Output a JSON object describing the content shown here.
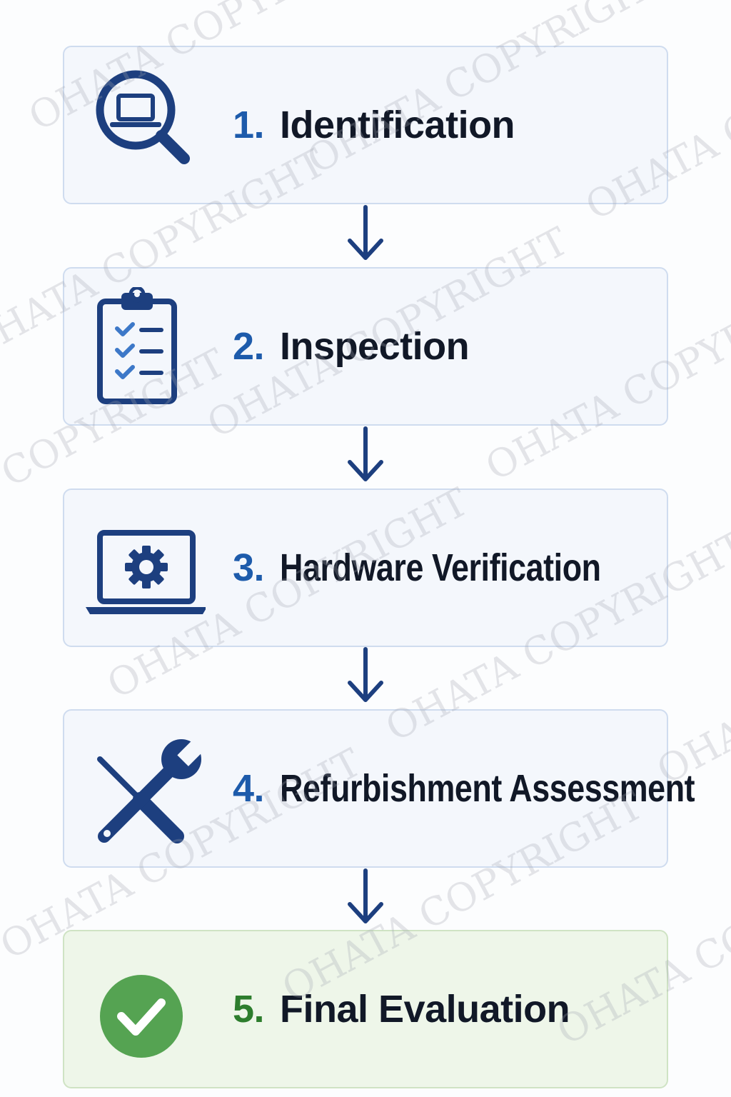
{
  "steps": [
    {
      "number": "1.",
      "title": "Identification",
      "icon": "laptop-magnifier-icon"
    },
    {
      "number": "2.",
      "title": "Inspection",
      "icon": "clipboard-checklist-icon"
    },
    {
      "number": "3.",
      "title": "Hardware Verification",
      "icon": "laptop-gear-icon"
    },
    {
      "number": "4.",
      "title": "Refurbishment Assessment",
      "icon": "screwdriver-wrench-icon"
    },
    {
      "number": "5.",
      "title": "Final Evaluation",
      "icon": "checkmark-circle-icon"
    }
  ],
  "arrows": [
    "down-arrow-icon",
    "down-arrow-icon",
    "down-arrow-icon",
    "down-arrow-icon"
  ],
  "watermark": "OHATA COPYRIGHT",
  "colors": {
    "navy": "#1d3f7f",
    "step_number_blue": "#1d5bab",
    "check_blue": "#3d78c8",
    "final_green": "#2d7d2d",
    "check_green": "#55a352",
    "card_background": "#f4f7fc",
    "card_border": "#cfdcef",
    "final_background": "#eef6e9",
    "final_border": "#cfe3c4"
  }
}
